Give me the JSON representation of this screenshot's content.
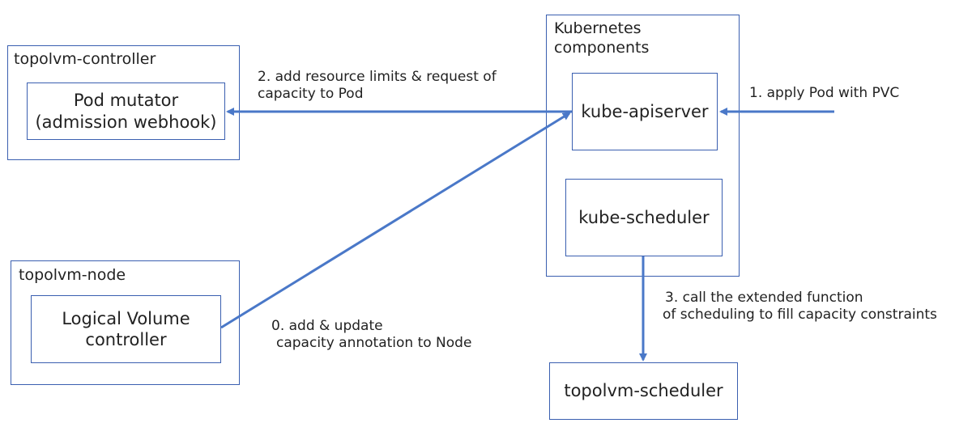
{
  "groups": {
    "controller": {
      "title": "topolvm-controller"
    },
    "node": {
      "title": "topolvm-node"
    },
    "kubernetes": {
      "title_line1": "Kubernetes",
      "title_line2": "components"
    }
  },
  "nodes": {
    "pod_mutator": {
      "line1": "Pod mutator",
      "line2": "(admission webhook)"
    },
    "lv_controller": {
      "line1": "Logical Volume",
      "line2": "controller"
    },
    "kube_apiserver": {
      "label": "kube-apiserver"
    },
    "kube_scheduler": {
      "label": "kube-scheduler"
    },
    "topolvm_scheduler": {
      "label": "topolvm-scheduler"
    }
  },
  "edges": {
    "step0": {
      "line1": "0. add & update",
      "line2": "capacity annotation to Node"
    },
    "step1": {
      "line1": "1. apply Pod with PVC"
    },
    "step2": {
      "line1": "2. add resource limits & request of",
      "line2": "capacity to Pod"
    },
    "step3": {
      "line1": "3. call the extended function",
      "line2": "of scheduling to fill capacity constraints"
    }
  },
  "colors": {
    "arrow": "#4a78c8",
    "box_border": "#3a5fb0"
  }
}
